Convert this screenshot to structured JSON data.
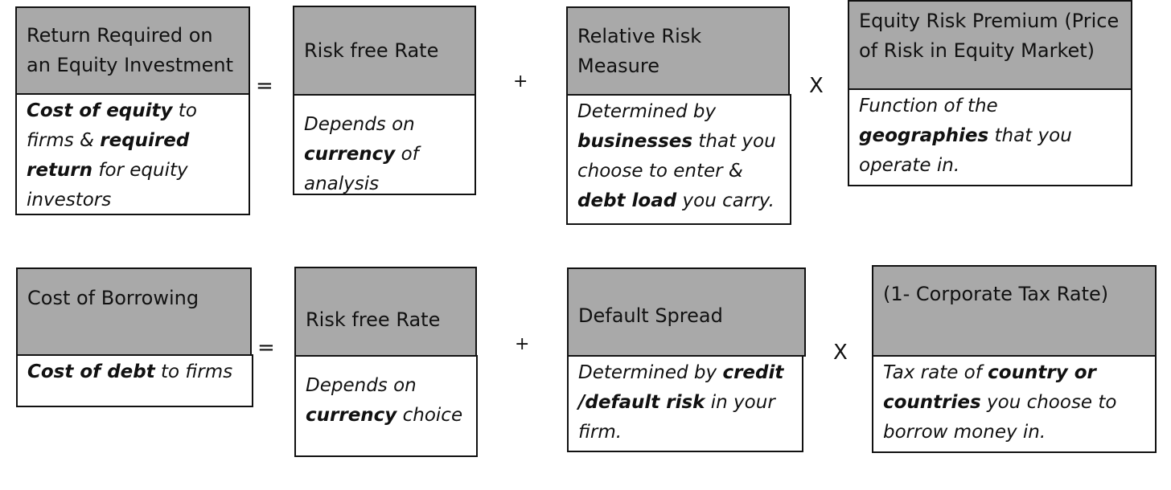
{
  "row1": {
    "result": {
      "title": "Return Required on an Equity Investment",
      "desc": [
        [
          "Cost of equity",
          true
        ],
        [
          " to firms & ",
          false
        ],
        [
          "required return",
          true
        ],
        [
          " for equity investors",
          false
        ]
      ]
    },
    "eq": "=",
    "term1": {
      "title": "Risk free Rate",
      "desc": [
        [
          "Depends on ",
          false
        ],
        [
          "currency",
          true
        ],
        [
          " of analysis",
          false
        ]
      ]
    },
    "plus": "+",
    "term2": {
      "title": "Relative Risk Measure",
      "desc": [
        [
          "Determined by ",
          false
        ],
        [
          "businesses",
          true
        ],
        [
          " that you choose to enter & ",
          false
        ],
        [
          "debt load",
          true
        ],
        [
          " you carry.",
          false
        ]
      ]
    },
    "times": "X",
    "term3": {
      "title": "Equity Risk Premium (Price of Risk in Equity Market)",
      "desc": [
        [
          "Function of the ",
          false
        ],
        [
          "geographies",
          true
        ],
        [
          " that you operate in.",
          false
        ]
      ]
    }
  },
  "row2": {
    "result": {
      "title": "Cost of Borrowing",
      "desc": [
        [
          "Cost of debt",
          true
        ],
        [
          " to firms",
          false
        ]
      ]
    },
    "eq": "=",
    "term1": {
      "title": "Risk free Rate",
      "desc": [
        [
          "Depends on ",
          false
        ],
        [
          "currency",
          true
        ],
        [
          " choice",
          false
        ]
      ]
    },
    "plus": "+",
    "term2": {
      "title": "Default Spread",
      "desc": [
        [
          "Determined by ",
          false
        ],
        [
          "credit /default risk",
          true
        ],
        [
          " in your firm.",
          false
        ]
      ]
    },
    "times": "X",
    "term3": {
      "title": "(1- Corporate Tax Rate)",
      "desc": [
        [
          "Tax rate of ",
          false
        ],
        [
          "country or countries",
          true
        ],
        [
          " you choose to borrow money in.",
          false
        ]
      ]
    }
  },
  "colors": {
    "header_fill": "#a9a9a9",
    "border": "#111111",
    "background": "#ffffff"
  }
}
